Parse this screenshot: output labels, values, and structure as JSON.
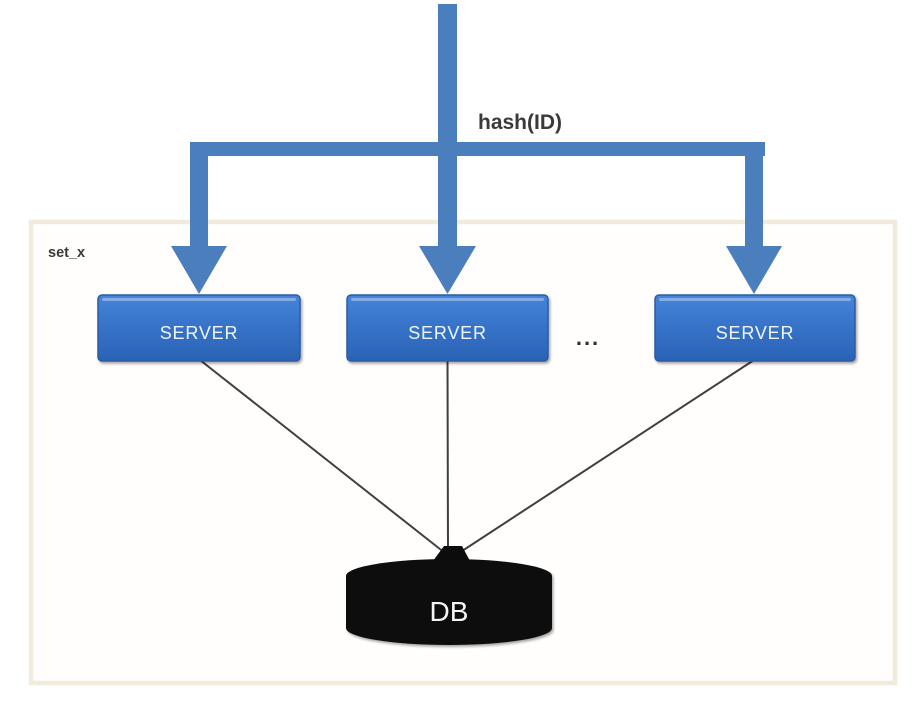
{
  "diagram": {
    "hash_label": "hash(ID)",
    "set_label": "set_x",
    "ellipsis": "...",
    "servers": [
      {
        "label": "SERVER"
      },
      {
        "label": "SERVER"
      },
      {
        "label": "SERVER"
      }
    ],
    "db_label": "DB",
    "colors": {
      "background": "#ffffff",
      "arrow_blue": "#4a7ebd",
      "server_top": "#4584d9",
      "server_mid": "#3572c8",
      "server_bottom": "#2b63b5",
      "server_border": "#2b5ca4",
      "server_text": "#f2f6fb",
      "container_border": "#f0ebdb",
      "container_fill": "#fffefc",
      "set_label_color": "#3a3a3a",
      "hash_label_color": "#3a3a3a",
      "ellipsis_color": "#2f2f2f",
      "connector": "#3f3f3f",
      "db_fill": "#0c0c0c",
      "db_text": "#f5f5f5"
    }
  }
}
